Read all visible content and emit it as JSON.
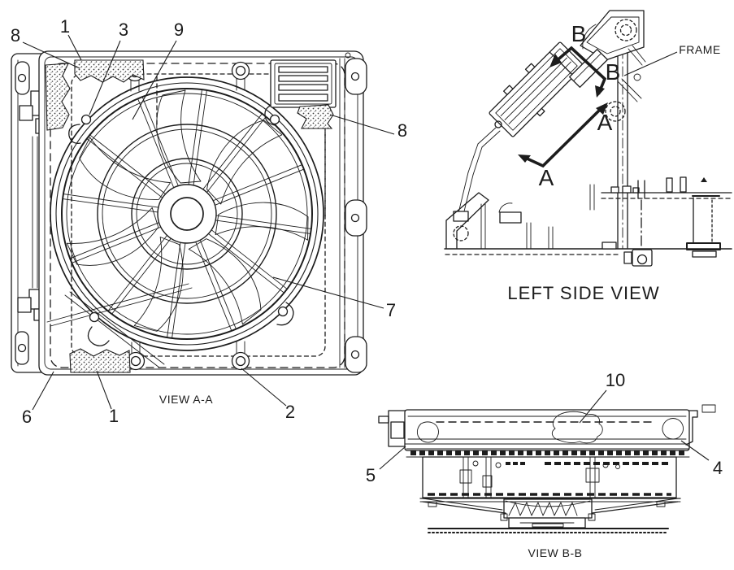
{
  "figure": {
    "kind": "parts-diagram",
    "colors": {
      "ink": "#1c1c1c",
      "paper": "#ffffff"
    },
    "view_aa": {
      "caption": "VIEW A-A",
      "callouts": {
        "c8_left": "8",
        "c1_top": "1",
        "c3": "3",
        "c9": "9",
        "c8_right": "8",
        "c7": "7",
        "c2": "2",
        "c6": "6",
        "c1_bottom": "1"
      }
    },
    "left_side_view": {
      "caption": "LEFT SIDE VIEW",
      "frame_label": "FRAME",
      "sections": {
        "b_outer": "B",
        "b_inner": "B",
        "a_inner": "A",
        "a_outer": "A"
      }
    },
    "view_bb": {
      "caption": "VIEW B-B",
      "callouts": {
        "c10": "10",
        "c5": "5",
        "c4": "4"
      }
    }
  }
}
